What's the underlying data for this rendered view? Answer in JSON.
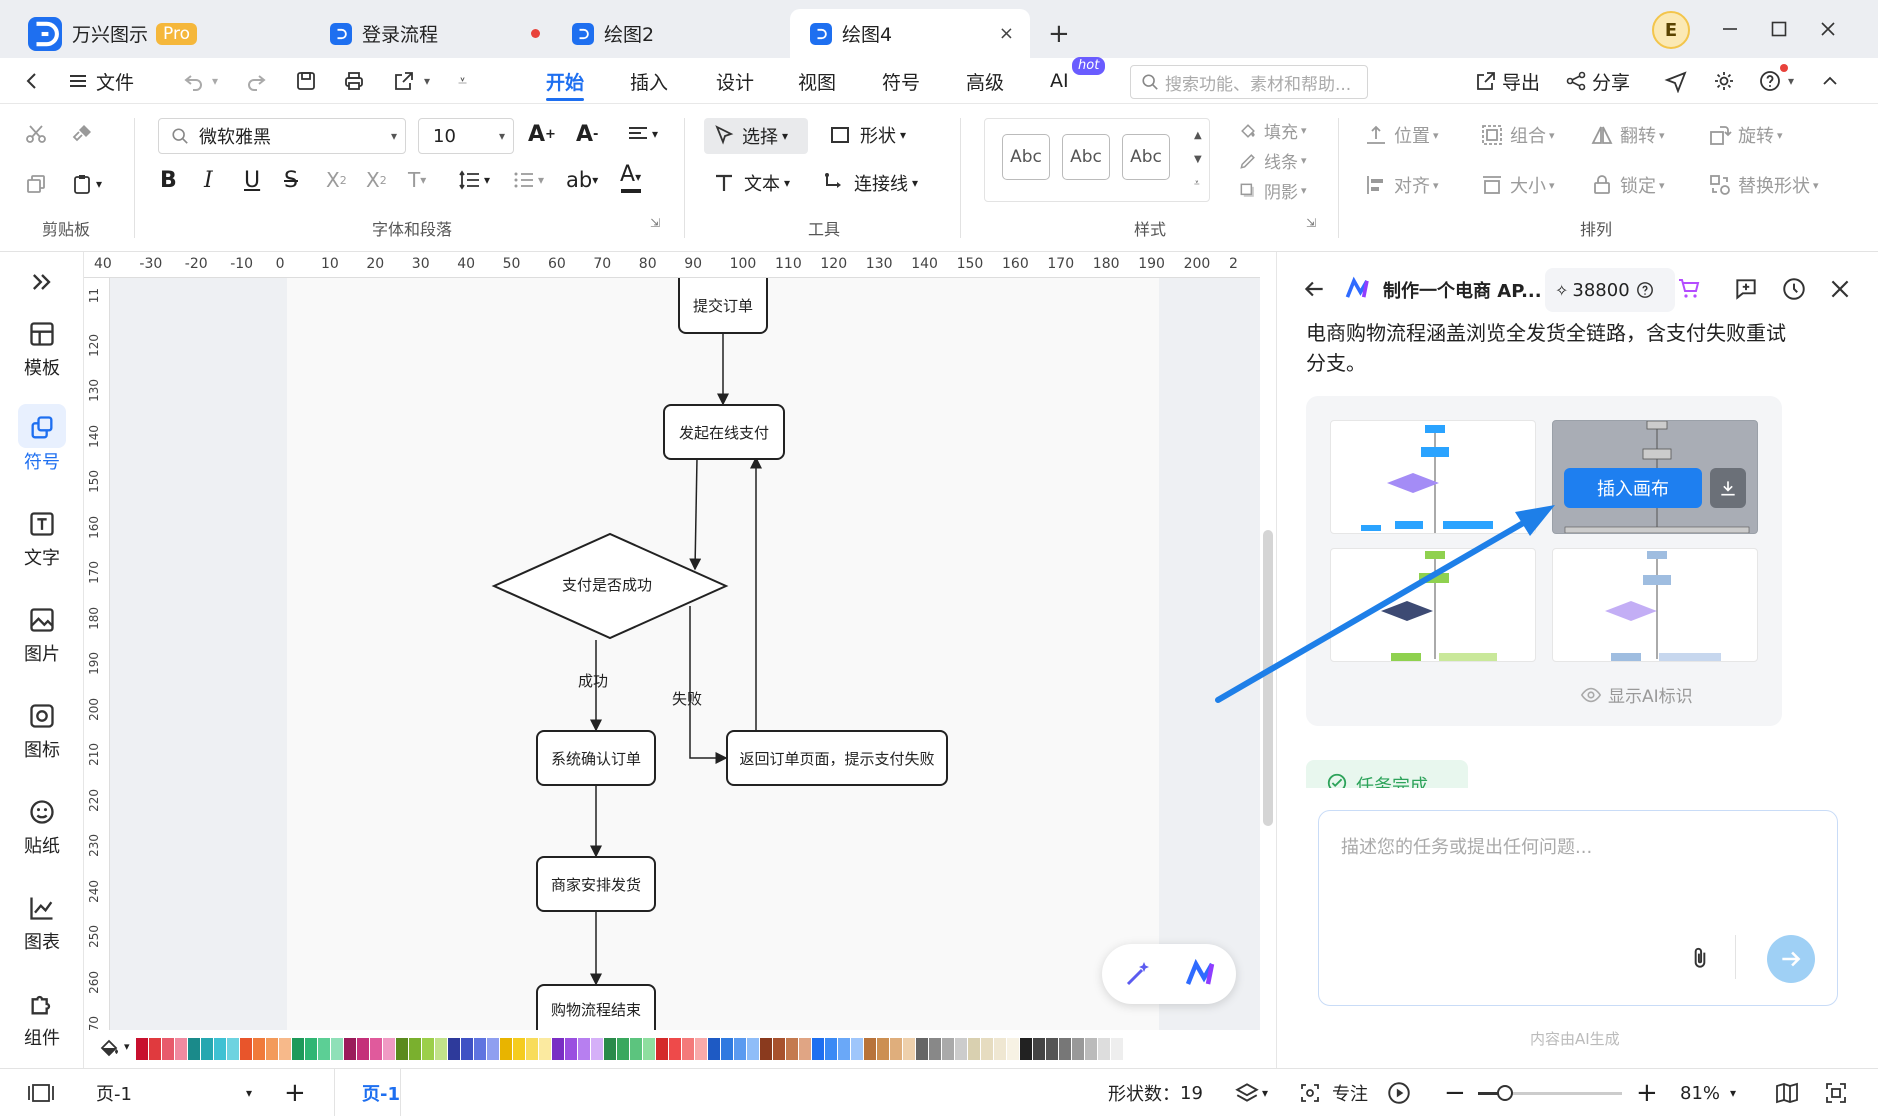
{
  "app": {
    "name": "万兴图示",
    "badge": "Pro"
  },
  "tabs": [
    {
      "label": "登录流程",
      "unsaved": true
    },
    {
      "label": "绘图2"
    },
    {
      "label": "绘图4",
      "close": "×"
    }
  ],
  "new_tab": "+",
  "user_avatar": "E",
  "menu": {
    "file": "文件",
    "items": [
      "开始",
      "插入",
      "设计",
      "视图",
      "符号",
      "高级",
      "AI"
    ],
    "active": "开始",
    "ai_badge": "hot",
    "search_placeholder": "搜索功能、素材和帮助...",
    "export": "导出",
    "share": "分享"
  },
  "ribbon": {
    "clipboard_label": "剪贴板",
    "font_group_label": "字体和段落",
    "font_name": "微软雅黑",
    "font_size": "10",
    "tools_label": "工具",
    "select": "选择",
    "shape": "形状",
    "text": "文本",
    "connector": "连接线",
    "style_label": "样式",
    "style_samples": [
      "Abc",
      "Abc",
      "Abc"
    ],
    "fill": "填充",
    "line": "线条",
    "shadow": "阴影",
    "arrange_label": "排列",
    "position": "位置",
    "group": "组合",
    "flip": "翻转",
    "rotate": "旋转",
    "align": "对齐",
    "size": "大小",
    "lock": "锁定",
    "replace_shape": "替换形状"
  },
  "left_sidebar": [
    "模板",
    "符号",
    "文字",
    "图片",
    "图标",
    "贴纸",
    "图表",
    "组件"
  ],
  "left_sidebar_active": "符号",
  "ruler_top": [
    "40",
    "-30",
    "-20",
    "-10",
    "0",
    "10",
    "20",
    "30",
    "40",
    "50",
    "60",
    "70",
    "80",
    "90",
    "100",
    "110",
    "120",
    "130",
    "140",
    "150",
    "160",
    "170",
    "180",
    "190",
    "200",
    "2"
  ],
  "ruler_left": [
    "11",
    "120",
    "130",
    "140",
    "150",
    "160",
    "170",
    "180",
    "190",
    "200",
    "210",
    "220",
    "230",
    "240",
    "250",
    "260",
    "270"
  ],
  "flowchart": {
    "submit": "提交订单",
    "pay": "发起在线支付",
    "decision": "支付是否成功",
    "success_label": "成功",
    "fail_label": "失败",
    "confirm": "系统确认订单",
    "fail_return": "返回订单页面，提示支付失败",
    "ship": "商家安排发货",
    "end": "购物流程结束"
  },
  "ai_panel": {
    "title": "制作一个电商 AP...",
    "credits": "38800",
    "description": "电商购物流程涵盖浏览全发货全链路，含支付失败重试分支。",
    "insert_button": "插入画布",
    "show_ai_mark": "显示AI标识",
    "task_done": "任务完成",
    "input_placeholder": "描述您的任务或提出任何问题...",
    "footer": "内容由AI生成"
  },
  "status": {
    "page_select": "页-1",
    "page_tab": "页-1",
    "shape_count_label": "形状数：",
    "shape_count": "19",
    "focus": "专注",
    "zoom": "81%",
    "zoom_level": 0.19
  },
  "colors": {
    "accent": "#1e6ff0",
    "annotation_arrow": "#1e7fe8",
    "pro_badge": "#f5b73b"
  }
}
